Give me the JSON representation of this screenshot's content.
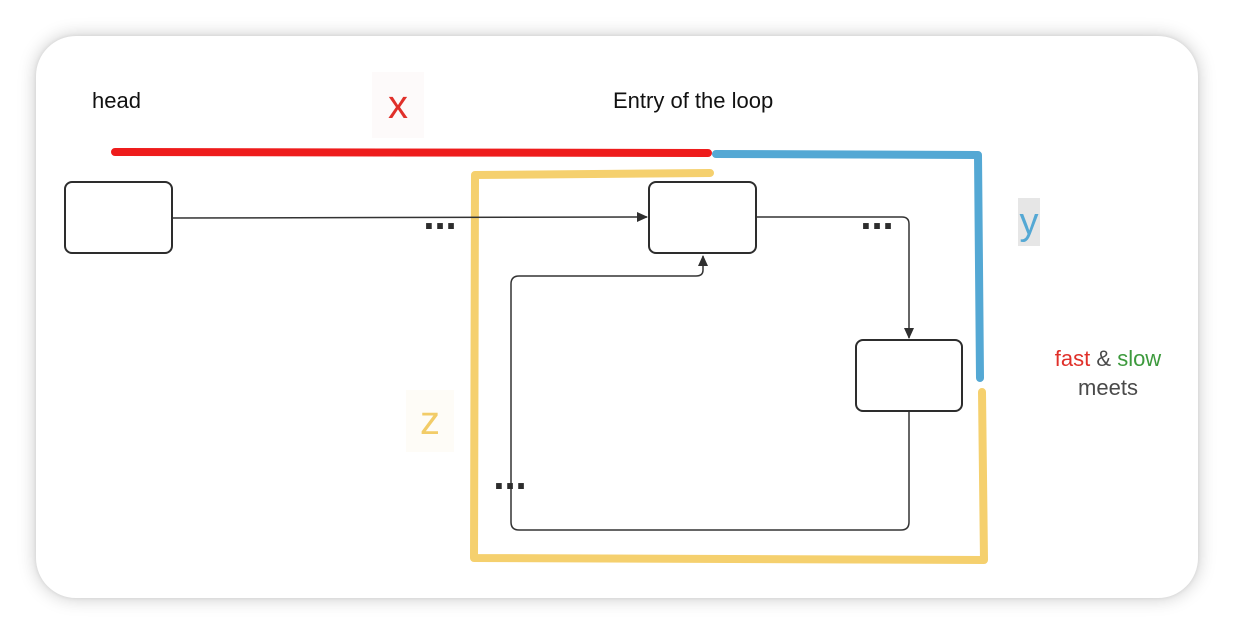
{
  "labels": {
    "head": "head",
    "entry": "Entry of the loop",
    "segment_x": "x",
    "segment_y": "y",
    "segment_z": "z",
    "fast": "fast",
    "amp": "&",
    "slow": "slow",
    "meets": "meets",
    "ellipsis": "..."
  },
  "colors": {
    "segment_x": "#ee1c1c",
    "segment_y": "#54a8d4",
    "segment_z": "#f5d06e",
    "fast": "#e0302a",
    "slow": "#3d9a3d",
    "node_border": "#2d2d2d",
    "edge": "#333333"
  },
  "nodes": [
    {
      "id": "head-node"
    },
    {
      "id": "entry-node"
    },
    {
      "id": "meeting-node"
    }
  ]
}
